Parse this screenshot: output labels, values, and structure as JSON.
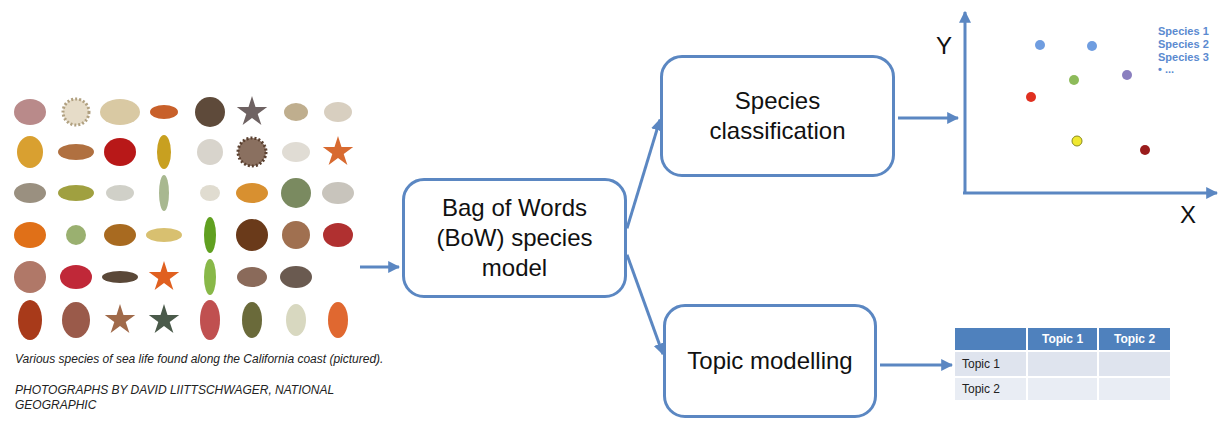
{
  "diagram": {
    "caption": "Various species of sea life found along the California coast (pictured).",
    "nodes": [
      {
        "text": [
          "Bag of Words (BoW) species model"
        ]
      },
      {
        "text": [
          "Species classification"
        ]
      },
      {
        "text": [
          "Topic modelling"
        ]
      }
    ],
    "edges": [
      {
        "from": 0,
        "to": 1,
        "arrow": "to"
      },
      {
        "from": 0,
        "to": 2,
        "arrow": "to"
      }
    ],
    "labels": [
      "Y",
      "Species 1",
      "Species 2",
      "Species 3",
      "• ...",
      "X",
      "Topic 1",
      "Topic 2",
      "Topic 1",
      "Topic 2",
      "PHOTOGRAPHS BY DAVID LIITTSCHWAGER, NATIONAL GEOGRAPHIC"
    ]
  }
}
